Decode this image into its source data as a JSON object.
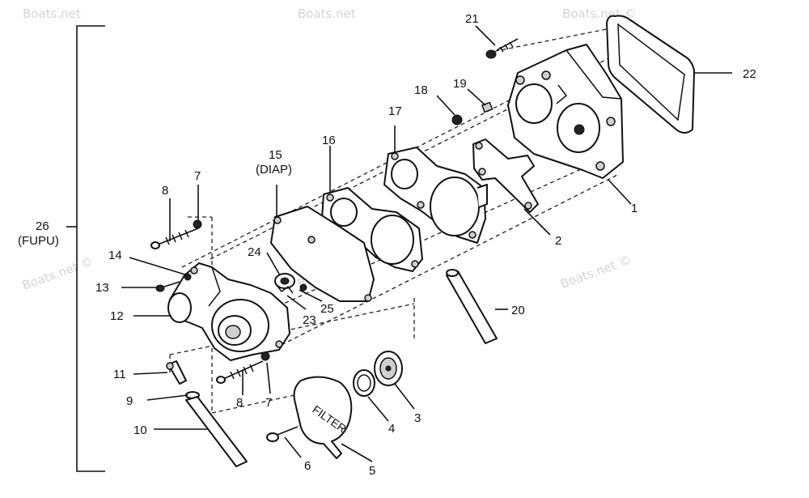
{
  "watermarks": [
    "Boats.net",
    "Boats.net",
    "Boats.net ©",
    "Boats.net ©",
    "Boats.net ©",
    "Boats.net ©"
  ],
  "labels": {
    "p1": "1",
    "p2": "2",
    "p3": "3",
    "p4": "4",
    "p5": "5",
    "p6": "6",
    "p7a": "7",
    "p7b": "7",
    "p8a": "8",
    "p8b": "8",
    "p9": "9",
    "p10": "10",
    "p11": "11",
    "p12": "12",
    "p13": "13",
    "p14": "14",
    "p15": "15",
    "p15_sub": "(DIAP)",
    "p16": "16",
    "p17": "17",
    "p18": "18",
    "p19": "19",
    "p20": "20",
    "p21": "21",
    "p22": "22",
    "p23": "23",
    "p24": "24",
    "p25": "25",
    "p26": "26",
    "p26_sub": "(FUPU)"
  },
  "filter_text": "FILTER"
}
